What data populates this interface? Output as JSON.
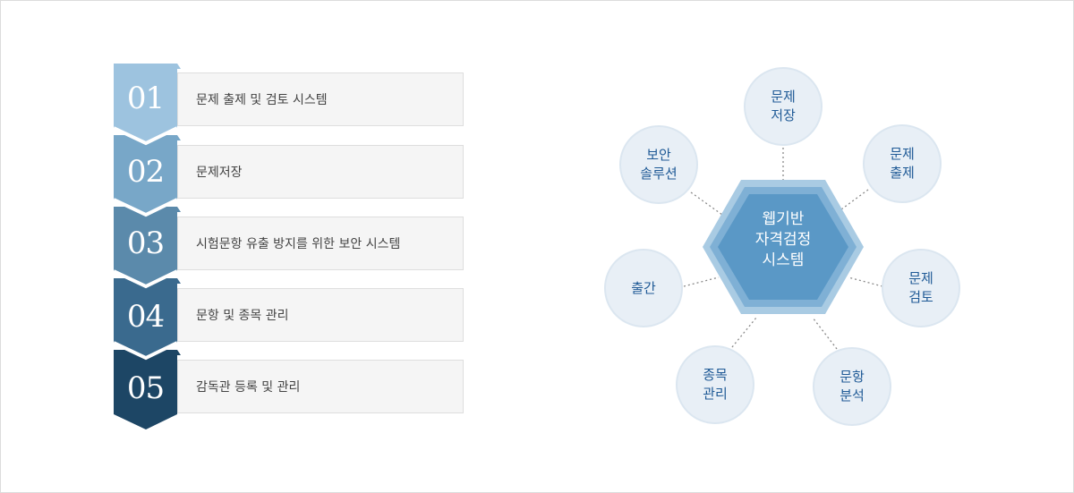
{
  "steps": [
    {
      "num": "01",
      "label": "문제 출제 및 검토 시스템",
      "color": "#9dc3df"
    },
    {
      "num": "02",
      "label": "문제저장",
      "color": "#78a7c8"
    },
    {
      "num": "03",
      "label": "시험문항 유출 방지를 위한 보안 시스템",
      "color": "#5b8aab"
    },
    {
      "num": "04",
      "label": "문항 및 종목 관리",
      "color": "#3a6a8e"
    },
    {
      "num": "05",
      "label": "감독관 등록 및 관리",
      "color": "#1d4665"
    }
  ],
  "diagram": {
    "center": {
      "line1": "웹기반",
      "line2": "자격검정",
      "line3": "시스템"
    },
    "nodes": {
      "top": {
        "line1": "문제",
        "line2": "저장"
      },
      "top_right": {
        "line1": "문제",
        "line2": "출제"
      },
      "right": {
        "line1": "문제",
        "line2": "검토"
      },
      "bottom_right": {
        "line1": "문항",
        "line2": "분석"
      },
      "bottom_left": {
        "line1": "종목",
        "line2": "관리"
      },
      "left": {
        "line1": "출간",
        "line2": ""
      },
      "top_left": {
        "line1": "보안",
        "line2": "솔루션"
      }
    }
  },
  "colors": {
    "node_text": "#1f5a96",
    "node_fill": "#e8eff6",
    "hex_outer": "#a9cbe3",
    "hex_mid": "#7fb0d5",
    "hex_inner": "#5a98c6",
    "hex_core": "#4a88b8"
  }
}
